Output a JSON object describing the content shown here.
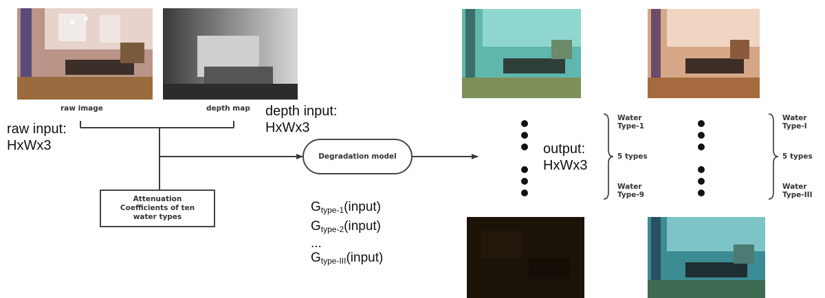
{
  "images": {
    "raw_caption": "raw image",
    "depth_caption": "depth map"
  },
  "inputs": {
    "raw_line1": "raw input:",
    "raw_line2": "HxWx3",
    "depth_line1": "depth input:",
    "depth_line2": "HxWx3"
  },
  "attenuation_box": {
    "line1": "Attenuation",
    "line2": "Coefficients of ten",
    "line3": "water types"
  },
  "degradation_model": "Degradation model",
  "formulas": [
    {
      "prefix": "G",
      "sub": "type-1",
      "suffix": "(input)"
    },
    {
      "prefix": "G",
      "sub": "type-2",
      "suffix": "(input)"
    },
    {
      "ellipsis": "..."
    },
    {
      "prefix": "G",
      "sub": "type-III",
      "suffix": "(input)"
    }
  ],
  "output": {
    "line1": "output:",
    "line2": "HxWx3"
  },
  "group_left": {
    "top": [
      "Water",
      "Type-1"
    ],
    "middle": "5 types",
    "bottom": [
      "Water",
      "Type-9"
    ]
  },
  "group_right": {
    "top": [
      "Water",
      "Type-I"
    ],
    "middle": "5 types",
    "bottom": [
      "Water",
      "Type-III"
    ]
  },
  "colors": {
    "line": "#3a3a3a",
    "tint_cyan": "#3fb8b0",
    "tint_warm": "#d9a07a",
    "tint_dark": "#1b1208",
    "tint_teal": "#2f8f99"
  }
}
